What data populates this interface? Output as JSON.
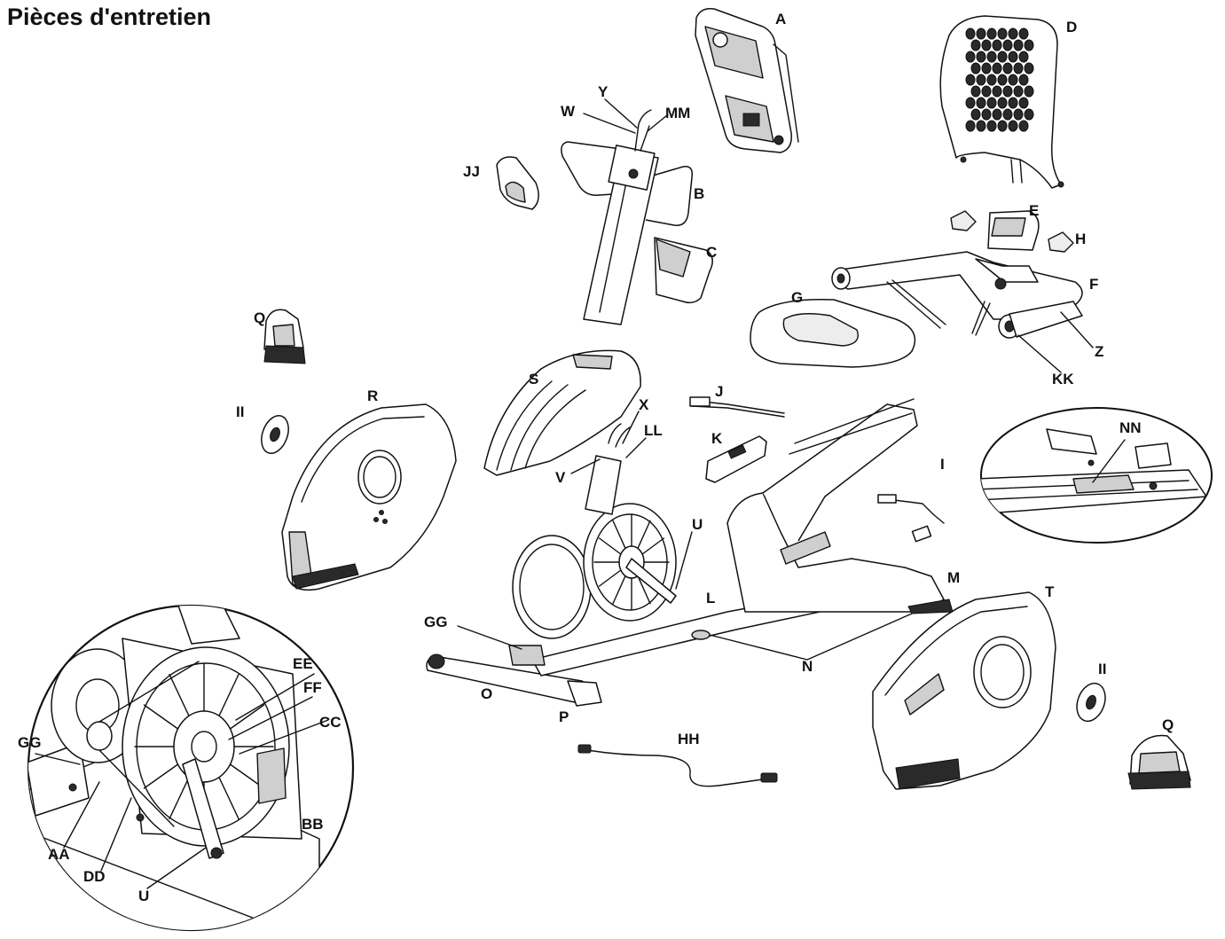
{
  "page": {
    "title": "Pièces d'entretien"
  },
  "labels": {
    "A": "A",
    "B": "B",
    "C": "C",
    "D": "D",
    "E": "E",
    "F": "F",
    "G": "G",
    "H": "H",
    "I": "I",
    "J": "J",
    "K": "K",
    "L": "L",
    "M": "M",
    "N": "N",
    "O": "O",
    "P": "P",
    "Q1": "Q",
    "Q2": "Q",
    "R": "R",
    "S": "S",
    "T": "T",
    "U1": "U",
    "U2": "U",
    "V": "V",
    "W": "W",
    "X": "X",
    "Y": "Y",
    "Z": "Z",
    "AA": "AA",
    "BB": "BB",
    "CC": "CC",
    "DD": "DD",
    "EE": "EE",
    "FF": "FF",
    "GG1": "GG",
    "GG2": "GG",
    "HH": "HH",
    "II1": "II",
    "II2": "II",
    "JJ": "JJ",
    "KK": "KK",
    "LL": "LL",
    "MM": "MM",
    "NN": "NN"
  }
}
